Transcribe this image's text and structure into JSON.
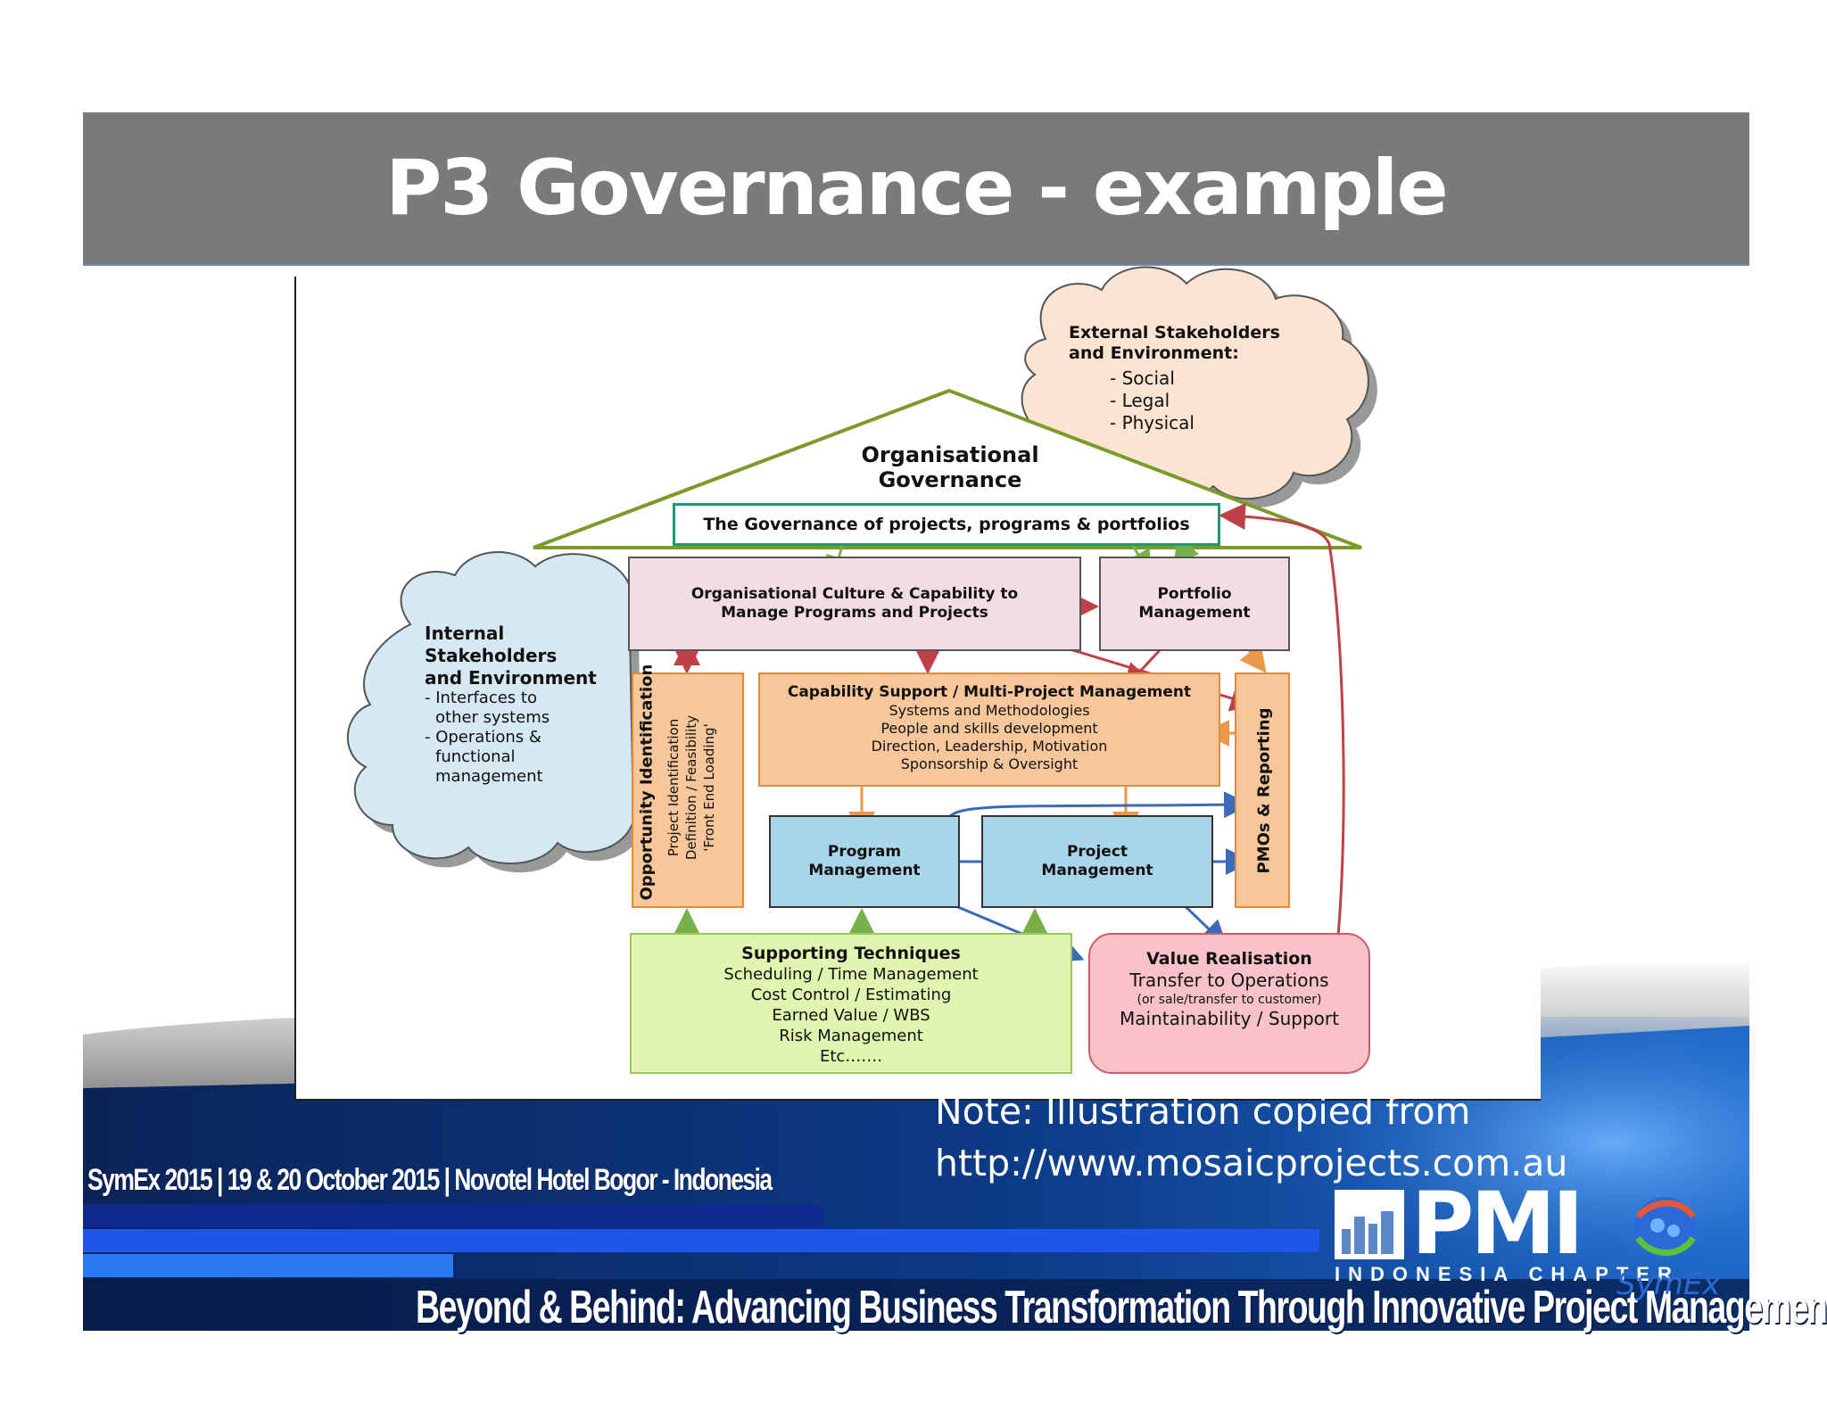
{
  "slide": {
    "title": "P3 Governance - example"
  },
  "diagram": {
    "external_cloud": {
      "title_line1": "External Stakeholders",
      "title_line2": "and Environment:",
      "items": [
        "- Social",
        "- Legal",
        "- Physical"
      ]
    },
    "roof": {
      "title_line1": "Organisational",
      "title_line2": "Governance",
      "governance_box": "The Governance of projects, programs & portfolios"
    },
    "internal_cloud": {
      "title_line1": "Internal",
      "title_line2": "Stakeholders",
      "title_line3": "and Environment",
      "items": [
        "- Interfaces to",
        "other systems",
        "- Operations &",
        "functional",
        "management"
      ]
    },
    "culture_box": {
      "line1": "Organisational Culture & Capability to",
      "line2": "Manage Programs and Projects"
    },
    "portfolio_box": {
      "line1": "Portfolio",
      "line2": "Management"
    },
    "opportunity_box": {
      "title": "Opportunity Identification",
      "line1": "Project Identification",
      "line2": "Definition / Feasibility",
      "line3": "'Front End Loading'"
    },
    "capability_box": {
      "title": "Capability Support / Multi-Project Management",
      "items": [
        "Systems and Methodologies",
        "People and skills development",
        "Direction, Leadership, Motivation",
        "Sponsorship & Oversight"
      ]
    },
    "pmo_box": {
      "title": "PMOs & Reporting"
    },
    "program_box": {
      "line1": "Program",
      "line2": "Management"
    },
    "project_box": {
      "line1": "Project",
      "line2": "Management"
    },
    "supporting_box": {
      "title": "Supporting Techniques",
      "items": [
        "Scheduling / Time Management",
        "Cost Control / Estimating",
        "Earned Value / WBS",
        "Risk Management",
        "Etc……."
      ]
    },
    "value_box": {
      "title": "Value Realisation",
      "line1": "Transfer to Operations",
      "line2": "(or sale/transfer to customer)",
      "line3": "Maintainability / Support"
    }
  },
  "note": {
    "line1": "Note: Illustration copied from",
    "line2": "http://www.mosaicprojects.com.au"
  },
  "footer": {
    "event_line": "SymEx 2015  | 19 & 20 October 2015 | Novotel Hotel Bogor - Indonesia",
    "tagline": "Beyond & Behind: Advancing Business Transformation Through Innovative Project Management",
    "pmi_logo": "PMI",
    "pmi_sub": "INDONESIA CHAPTER",
    "symex_brand": "SymEx"
  },
  "colors": {
    "title_bar": "#7a7a7a",
    "footer_dark": "#0b2a6a",
    "footer_blue": "#1f56d8",
    "roof_green": "#7a9a2a",
    "arrow_red": "#c0404a",
    "arrow_orange": "#e89a4a",
    "arrow_blue": "#3a6ab8",
    "arrow_green": "#7ab04a"
  }
}
